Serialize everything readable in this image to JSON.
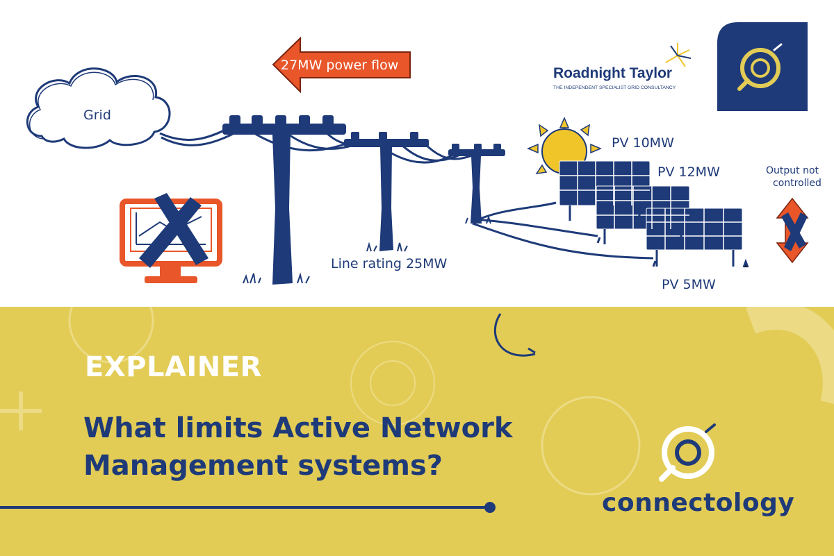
{
  "illustration": {
    "power_flow_label": "27MW power flow",
    "grid_label": "Grid",
    "line_rating_label": "Line rating 25MW",
    "pv_labels": [
      "PV 10MW",
      "PV 12MW",
      "PV 5MW"
    ],
    "output_note_line1": "Output not",
    "output_note_line2": "controlled"
  },
  "partner_logo": {
    "name": "Roadnight Taylor",
    "tagline": "THE INDEPENDENT SPECIALIST GRID CONSULTANCY"
  },
  "banner": {
    "kicker": "EXPLAINER",
    "headline_line1": "What limits Active Network",
    "headline_line2": "Management systems?",
    "brand_wordmark": "connectology"
  },
  "colors": {
    "navy": "#1e3a78",
    "yellow": "#e2cc56",
    "orange": "#e8562a",
    "sun": "#f0c52a",
    "white": "#ffffff"
  },
  "icons": [
    "sun-icon",
    "cross-icon",
    "double-arrow-icon",
    "grass-icon"
  ]
}
